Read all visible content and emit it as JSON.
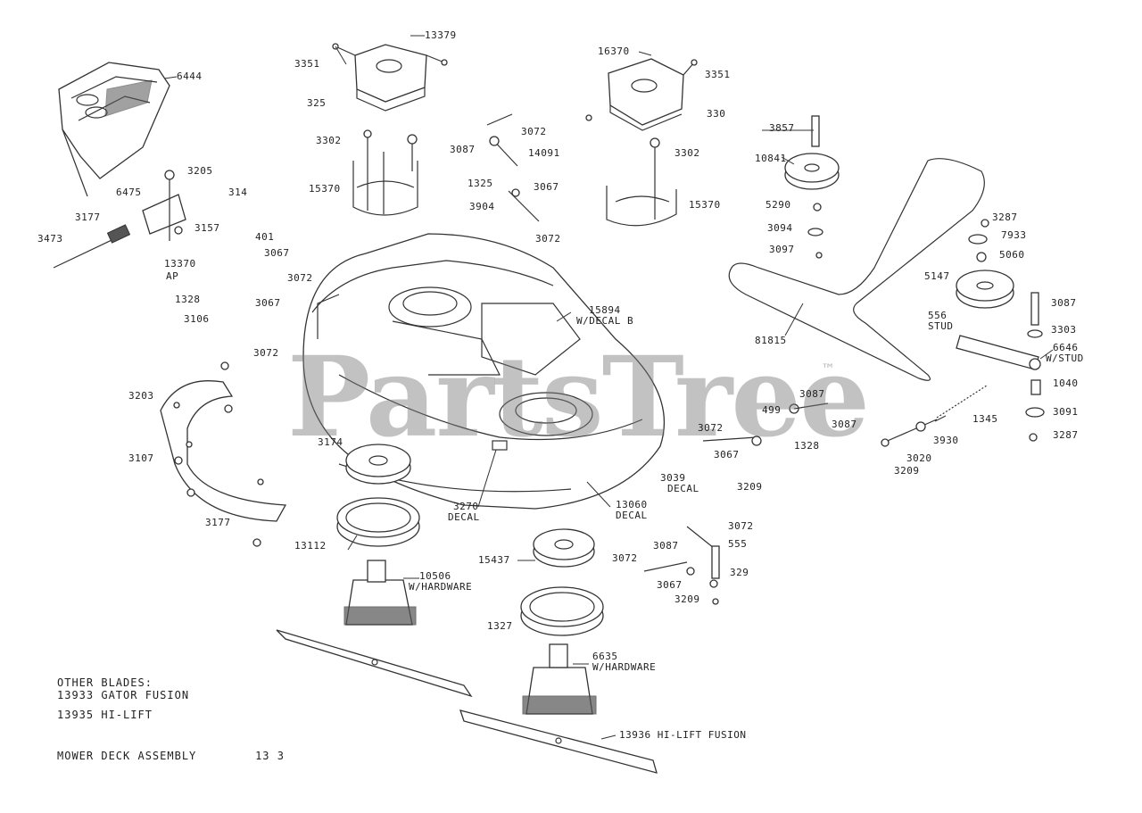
{
  "watermark": {
    "text": "PartsTree",
    "tm": "™"
  },
  "notes": {
    "other_blades": "OTHER BLADES:\n13933 GATOR FUSION",
    "hi_lift": "13935 HI-LIFT",
    "footer": "MOWER DECK ASSEMBLY        13 3"
  },
  "labels": [
    {
      "id": "p6444",
      "text": "6444"
    },
    {
      "id": "p13379",
      "text": "13379"
    },
    {
      "id": "p3351a",
      "text": "3351"
    },
    {
      "id": "p325a",
      "text": "325"
    },
    {
      "id": "p3302a",
      "text": "3302"
    },
    {
      "id": "p15370a",
      "text": "15370"
    },
    {
      "id": "p16370",
      "text": "16370"
    },
    {
      "id": "p3351b",
      "text": "3351"
    },
    {
      "id": "p330",
      "text": "330"
    },
    {
      "id": "p3302b",
      "text": "3302"
    },
    {
      "id": "p15370b",
      "text": "15370"
    },
    {
      "id": "p3072a",
      "text": "3072"
    },
    {
      "id": "p3087a",
      "text": "3087"
    },
    {
      "id": "p14091",
      "text": "14091"
    },
    {
      "id": "p1325",
      "text": "1325"
    },
    {
      "id": "p3067a",
      "text": "3067"
    },
    {
      "id": "p3904",
      "text": "3904"
    },
    {
      "id": "p3072b",
      "text": "3072"
    },
    {
      "id": "p3205",
      "text": "3205"
    },
    {
      "id": "p6475",
      "text": "6475"
    },
    {
      "id": "p314",
      "text": "314"
    },
    {
      "id": "p3177a",
      "text": "3177"
    },
    {
      "id": "p3157",
      "text": "3157"
    },
    {
      "id": "p3473",
      "text": "3473"
    },
    {
      "id": "p13370",
      "text": "13370"
    },
    {
      "id": "pAP",
      "text": "AP"
    },
    {
      "id": "p401",
      "text": "401"
    },
    {
      "id": "p3067b",
      "text": "3067"
    },
    {
      "id": "p3072c",
      "text": "3072"
    },
    {
      "id": "p1328a",
      "text": "1328"
    },
    {
      "id": "p3067c",
      "text": "3067"
    },
    {
      "id": "p3106",
      "text": "3106"
    },
    {
      "id": "p3072d",
      "text": "3072"
    },
    {
      "id": "p15894",
      "text": "15894"
    },
    {
      "id": "pwdecal",
      "text": "W/DECAL B"
    },
    {
      "id": "p3857",
      "text": "3857"
    },
    {
      "id": "p10841",
      "text": "10841"
    },
    {
      "id": "p5290",
      "text": "5290"
    },
    {
      "id": "p3094",
      "text": "3094"
    },
    {
      "id": "p3097",
      "text": "3097"
    },
    {
      "id": "p3287a",
      "text": "3287"
    },
    {
      "id": "p7933",
      "text": "7933"
    },
    {
      "id": "p5060",
      "text": "5060"
    },
    {
      "id": "p5147",
      "text": "5147"
    },
    {
      "id": "p3087b",
      "text": "3087"
    },
    {
      "id": "p3303",
      "text": "3303"
    },
    {
      "id": "p556",
      "text": "556"
    },
    {
      "id": "pstud",
      "text": "STUD"
    },
    {
      "id": "p6646",
      "text": "6646"
    },
    {
      "id": "pwstud",
      "text": "W/STUD"
    },
    {
      "id": "p81815",
      "text": "81815"
    },
    {
      "id": "p3087c",
      "text": "3087"
    },
    {
      "id": "p499",
      "text": "499"
    },
    {
      "id": "p3087d",
      "text": "3087"
    },
    {
      "id": "p3072e",
      "text": "3072"
    },
    {
      "id": "p3067d",
      "text": "3067"
    },
    {
      "id": "p1328b",
      "text": "1328"
    },
    {
      "id": "p3209a",
      "text": "3209"
    },
    {
      "id": "p1040",
      "text": "1040"
    },
    {
      "id": "p3091",
      "text": "3091"
    },
    {
      "id": "p3287b",
      "text": "3287"
    },
    {
      "id": "p1345",
      "text": "1345"
    },
    {
      "id": "p3930",
      "text": "3930"
    },
    {
      "id": "p3020",
      "text": "3020"
    },
    {
      "id": "p3209b",
      "text": "3209"
    },
    {
      "id": "p3203",
      "text": "3203"
    },
    {
      "id": "p3107",
      "text": "3107"
    },
    {
      "id": "p3177b",
      "text": "3177"
    },
    {
      "id": "p3174",
      "text": "3174"
    },
    {
      "id": "p13112",
      "text": "13112"
    },
    {
      "id": "p3039",
      "text": "3039"
    },
    {
      "id": "pdecal1",
      "text": "DECAL"
    },
    {
      "id": "p3270",
      "text": "3270"
    },
    {
      "id": "pdecal2",
      "text": "DECAL"
    },
    {
      "id": "p13060",
      "text": "13060"
    },
    {
      "id": "pdecal3",
      "text": "DECAL"
    },
    {
      "id": "p10506",
      "text": "10506"
    },
    {
      "id": "pwhw1",
      "text": "W/HARDWARE"
    },
    {
      "id": "p15437",
      "text": "15437"
    },
    {
      "id": "p3072f",
      "text": "3072"
    },
    {
      "id": "p3087e",
      "text": "3087"
    },
    {
      "id": "p555",
      "text": "555"
    },
    {
      "id": "p3072g",
      "text": "3072"
    },
    {
      "id": "p3067e",
      "text": "3067"
    },
    {
      "id": "p329",
      "text": "329"
    },
    {
      "id": "p3209c",
      "text": "3209"
    },
    {
      "id": "p1327",
      "text": "1327"
    },
    {
      "id": "p6635",
      "text": "6635"
    },
    {
      "id": "pwhw2",
      "text": "W/HARDWARE"
    },
    {
      "id": "p13936",
      "text": "13936 HI-LIFT FUSION"
    }
  ]
}
